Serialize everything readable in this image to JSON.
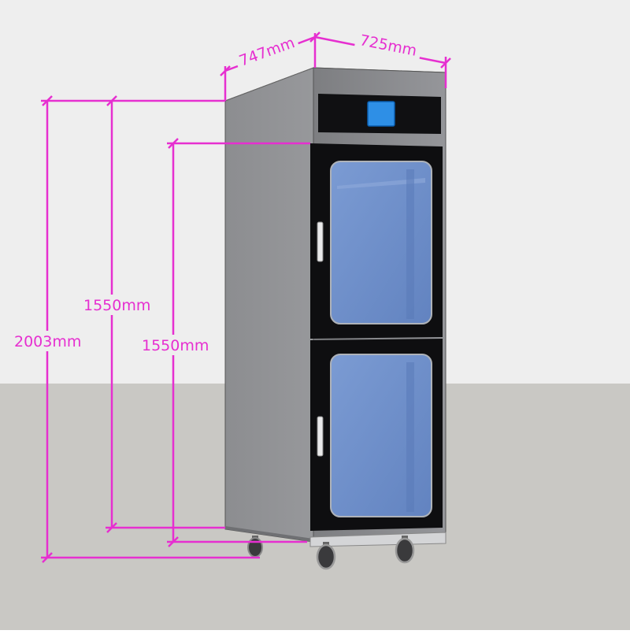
{
  "dimensions": {
    "depth_label": "747mm",
    "width_label": "725mm",
    "total_height_label": "2003mm",
    "body_height_label_outer": "1550mm",
    "body_height_label_inner": "1550mm"
  },
  "colors": {
    "wall": "#eeeeee",
    "floor": "#c9c8c4",
    "dimension": "#e62fd0",
    "cabinet_side": "#8e8f92",
    "cabinet_front": "#8a8b8e",
    "door_frame": "#0e0e10",
    "glass": "#6d8fc8",
    "screen": "#2e8fe6"
  },
  "icons": {
    "display": "control-screen-icon",
    "caster": "caster-wheel-icon"
  }
}
